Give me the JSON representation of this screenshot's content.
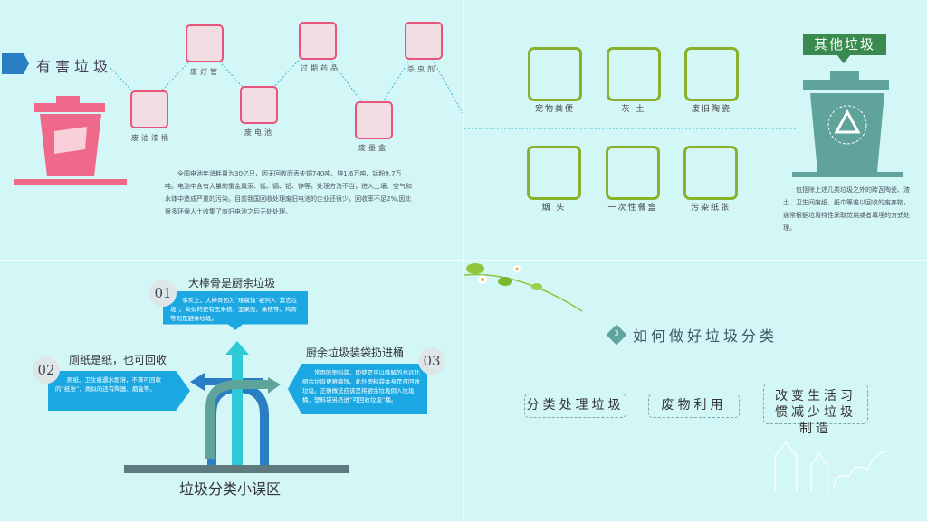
{
  "hazardous": {
    "title": "有害垃圾",
    "items": [
      {
        "label": "废油漆桶"
      },
      {
        "label": "废灯管"
      },
      {
        "label": "废电池"
      },
      {
        "label": "过期药品"
      },
      {
        "label": "废墨盒"
      },
      {
        "label": "杀虫剂"
      }
    ],
    "description": "全国电池年消耗量为30亿只，因无回收而丢失铜740吨、锌1.6万吨、锰粉9.7万吨。电池中含有大量的重金属汞、锰、镉、铅、锌等，处理方法不当，进入土壤、空气和水体中造成严重的污染。目前我国回收处理废旧电池的企业还很少，回收率不足2%,因此很多环保人士收集了废旧电池之后无处处理。",
    "accent": "#e8557a"
  },
  "other": {
    "title": "其他垃圾",
    "items": [
      {
        "label": "宠物粪便"
      },
      {
        "label": "灰 土"
      },
      {
        "label": "废旧陶瓷"
      },
      {
        "label": "烟 头"
      },
      {
        "label": "一次性餐盒"
      },
      {
        "label": "污染纸张"
      }
    ],
    "description": "包括除上述几类垃圾之外的砖瓦陶瓷、渣土、卫生间废纸、纸巾等难以回收的废弃物，通常根据垃圾特性采取焚烧或者填埋的方式处理。",
    "accent": "#8ab12a"
  },
  "myths": {
    "title": "垃圾分类小误区",
    "items": [
      {
        "num": "01",
        "title": "大棒骨是厨余垃圾",
        "text": "事实上，大棒骨因为“难腐蚀”被列入“其它垃圾”。类似的还有玉米核、坚果壳、果核等。鸡骨等则是厨余垃圾。"
      },
      {
        "num": "02",
        "title": "厕纸是纸，也可回收",
        "text": "厕纸、卫生纸遇水即溶，不算可回收的“纸张”，类似的还有陶器、烟盒等。"
      },
      {
        "num": "03",
        "title": "厨余垃圾装袋扔进桶",
        "text": "常用的塑料袋，即使是可以降解的也远比厨余垃圾更难腐蚀。此外塑料袋本身是可回收垃圾。正确做法应该是将厨余垃圾倒入垃圾桶，塑料袋另扔进“可回收垃圾”桶。"
      }
    ]
  },
  "howto": {
    "num": "3",
    "title": "如何做好垃圾分类",
    "boxes": [
      "分类处理垃圾",
      "废物利用",
      "改变生活习惯减少垃圾制造"
    ]
  }
}
